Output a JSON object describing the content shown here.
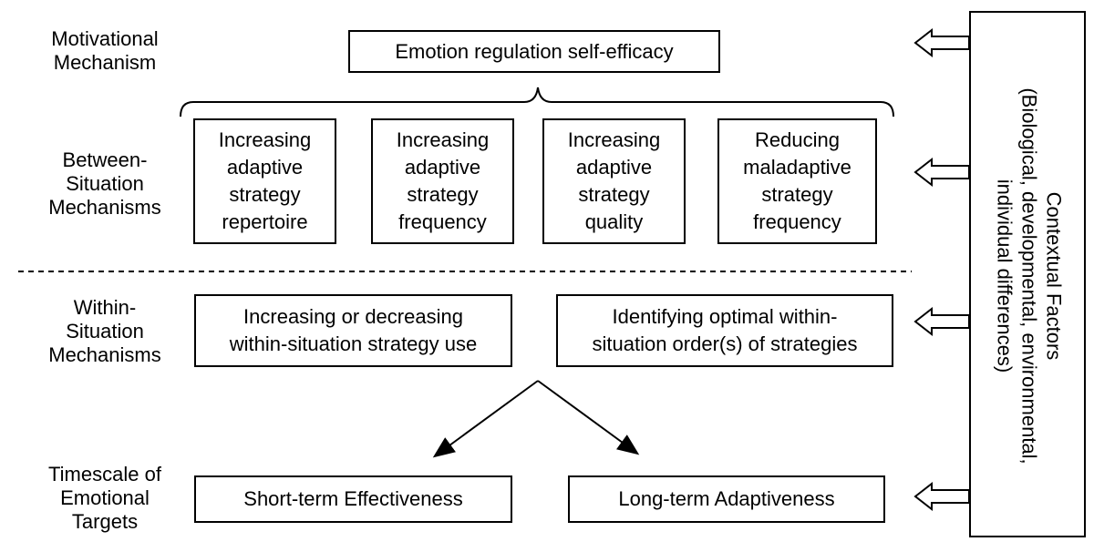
{
  "row_labels": {
    "motivational": "Motivational\nMechanism",
    "between": "Between-\nSituation\nMechanisms",
    "within": "Within-\nSituation\nMechanisms",
    "timescale": "Timescale of\nEmotional\nTargets"
  },
  "motivational_box": "Emotion regulation self-efficacy",
  "between_boxes": [
    "Increasing\nadaptive\nstrategy\nrepertoire",
    "Increasing\nadaptive\nstrategy\nfrequency",
    "Increasing\nadaptive\nstrategy\nquality",
    "Reducing\nmaladaptive\nstrategy\nfrequency"
  ],
  "within_boxes": [
    "Increasing or decreasing\nwithin-situation strategy use",
    "Identifying optimal within-\nsituation order(s) of strategies"
  ],
  "target_boxes": [
    "Short-term Effectiveness",
    "Long-term Adaptiveness"
  ],
  "contextual_factors": "Contextual Factors\n(Biological, developmental, environmental,\nindividual differences)"
}
